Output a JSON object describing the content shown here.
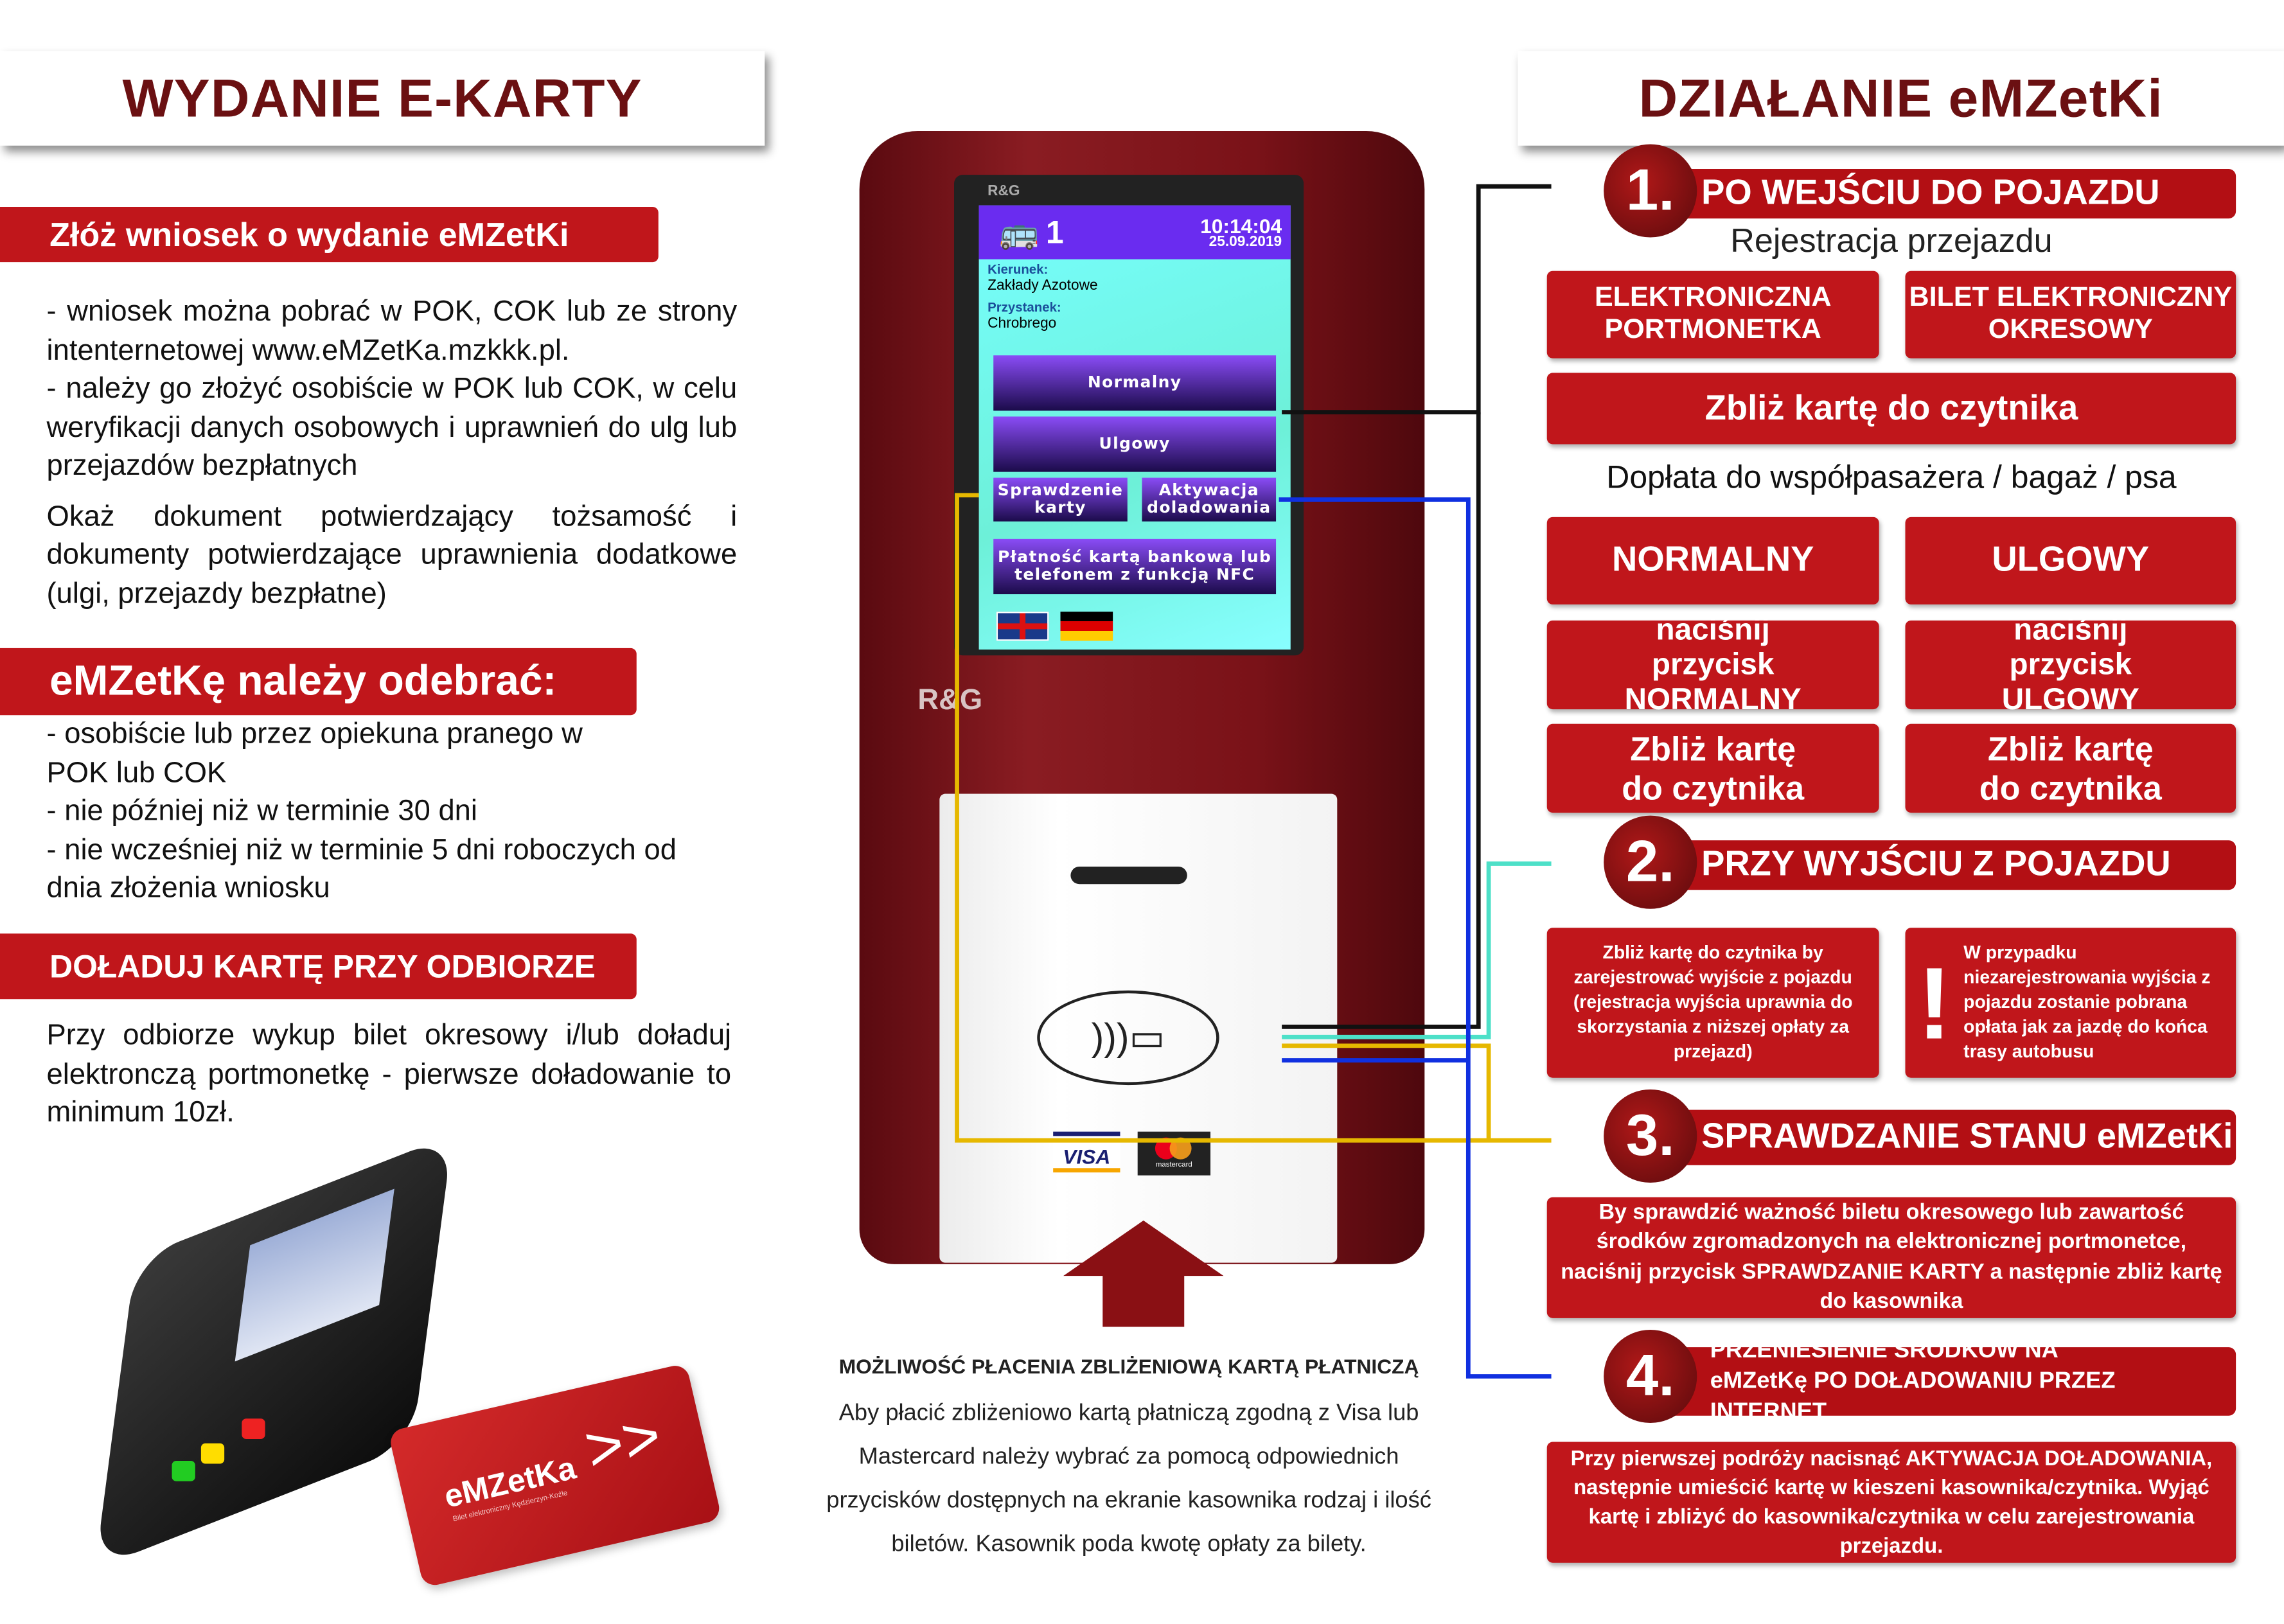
{
  "left": {
    "title": "WYDANIE E-KARTY",
    "section1": {
      "heading": "Złóż wniosek o wydanie eMZetKi",
      "p1": "- wniosek można pobrać w POK, COK lub ze strony intenternetowej www.eMZetKa.mzkkk.pl.",
      "p2": "- należy go złożyć osobiście w POK lub COK, w celu weryfikacji danych osobowych i uprawnień do ulg lub przejazdów bezpłatnych",
      "p3": "Okaż dokument potwierdzający tożsamość i dokumenty potwierdzające uprawnienia dodatkowe (ulgi, przejazdy bezpłatne)"
    },
    "section2": {
      "heading": "eMZetKę należy odebrać:",
      "items": [
        "- osobiście lub przez opiekuna pranego w POK lub COK",
        "- nie później niż w terminie 30 dni",
        "- nie wcześniej niż w terminie 5 dni roboczych od dnia złożenia wniosku"
      ]
    },
    "section3": {
      "heading": "DOŁADUJ KARTĘ PRZY ODBIORZE",
      "p": "Przy odbiorze wykup bilet okresowy i/lub doładuj elektronczą portmonetkę - pierwsze doładowanie to minimum 10zł."
    },
    "card": {
      "logo": "eMZetKa",
      "subtitle": "Bilet elektroniczny Kędzierzyn-Koźle"
    }
  },
  "device": {
    "brand": "R&G",
    "screen": {
      "line": "1",
      "time": "10:14:04",
      "date": "25.09.2019",
      "direction_label": "Kierunek:",
      "direction": "Zakłady Azotowe",
      "stop_label": "Przystanek:",
      "stop": "Chrobrego",
      "btn_normal": "Normalny",
      "btn_reduced": "Ulgowy",
      "btn_check": "Sprawdzenie karty",
      "btn_activate": "Aktywacja doladowania",
      "btn_nfc": "Płatność kartą bankową lub telefonem z funkcją NFC"
    },
    "visa": "VISA",
    "mastercard": "mastercard"
  },
  "center": {
    "heading": "MOŻLIWOŚĆ PŁACENIA ZBLIŻENIOWĄ KARTĄ PŁATNICZĄ",
    "lines": [
      "Aby płacić zbliżeniowo kartą płatniczą zgodną z Visa lub",
      "Mastercard należy wybrać za pomocą odpowiednich",
      "przycisków dostępnych na ekranie kasownika rodzaj i ilość",
      "biletów. Kasownik poda kwotę opłaty za bilety."
    ]
  },
  "right": {
    "title": "DZIAŁANIE eMZetKi",
    "step1": {
      "num": "1.",
      "title": "PO WEJŚCIU DO POJAZDU",
      "subtitle": "Rejestracja przejazdu",
      "opt1": "ELEKTRONICZNA PORTMONETKA",
      "opt2": "BILET ELEKTRONICZNY OKRESOWY",
      "approach": "Zbliż kartę do czytnika",
      "extra": "Dopłata do współpasażera / bagaż / psa",
      "normal": "NORMALNY",
      "reduced": "ULGOWY",
      "press_normal": "naciśnij przycisk NORMALNY",
      "press_reduced": "naciśnij przycisk ULGOWY",
      "approach_normal": "Zbliż kartę do czytnika",
      "approach_reduced": "Zbliż kartę do czytnika"
    },
    "step2": {
      "num": "2.",
      "title": "PRZY WYJŚCIU Z POJAZDU",
      "info": "Zbliż kartę do czytnika by zarejestrować wyjście z pojazdu (rejestracja wyjścia uprawnia do skorzystania z niższej opłaty za przejazd)",
      "warning": "W przypadku niezarejestrowania wyjścia z pojazdu zostanie pobrana opłata jak za jazdę do końca trasy autobusu"
    },
    "step3": {
      "num": "3.",
      "title": "SPRAWDZANIE STANU eMZetKi",
      "info": "By sprawdzić ważność biletu okresowego lub zawartość środków zgromadzonych na elektronicznej portmonetce, naciśnij przycisk SPRAWDZANIE KARTY a następnie zbliż kartę do kasownika"
    },
    "step4": {
      "num": "4.",
      "title": "PRZENIESIENIE ŚRODKÓW NA eMZetKę PO DOŁADOWANIU PRZEZ INTERNET",
      "info": "Przy pierwszej podróży nacisnąć AKTYWACJA DOŁADOWANIA, następnie umieścić kartę w kieszeni kasownika/czytnika. Wyjąć kartę i zbliżyć do kasownika/czytnika w celu zarejestrowania przejazdu."
    }
  },
  "colors": {
    "red": "#c0161b",
    "dark_red": "#6b1012",
    "device": "#7a1218"
  }
}
